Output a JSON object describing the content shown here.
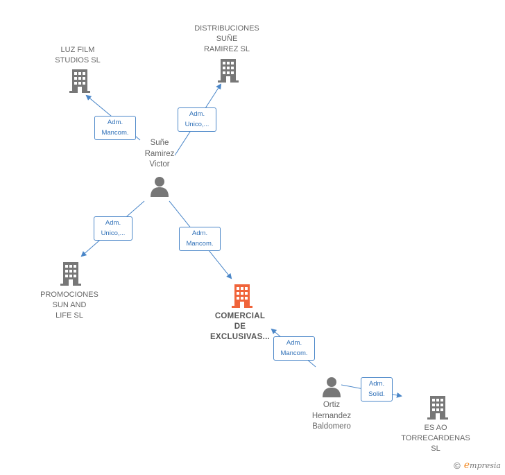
{
  "colors": {
    "edge": "#4a86c8",
    "company_icon": "#777777",
    "focus_icon": "#f0643a",
    "person_icon": "#777777"
  },
  "nodes": {
    "luz_film": {
      "label": [
        "LUZ FILM",
        "STUDIOS  SL"
      ],
      "icon": "building-icon"
    },
    "distribuciones": {
      "label": [
        "DISTRIBUCIONES",
        "SUÑE",
        "RAMIREZ  SL"
      ],
      "icon": "building-icon"
    },
    "sune": {
      "label": [
        "Suñe",
        "Ramirez",
        "Victor"
      ],
      "icon": "person-icon"
    },
    "promociones": {
      "label": [
        "PROMOCIONES",
        "SUN AND",
        "LIFE  SL"
      ],
      "icon": "building-icon"
    },
    "comercial": {
      "label": [
        "COMERCIAL",
        "DE",
        "EXCLUSIVAS..."
      ],
      "icon": "building-icon-highlighted"
    },
    "ortiz": {
      "label": [
        "Ortiz",
        "Hernandez",
        "Baldomero"
      ],
      "icon": "person-icon"
    },
    "es_ao": {
      "label": [
        "ES AO",
        "TORRECARDENAS",
        "SL"
      ],
      "icon": "building-icon"
    }
  },
  "edges": {
    "sune_luz": [
      "Adm.",
      "Mancom."
    ],
    "sune_dist": [
      "Adm.",
      "Unico,..."
    ],
    "sune_promo": [
      "Adm.",
      "Unico,..."
    ],
    "sune_comercial": [
      "Adm.",
      "Mancom."
    ],
    "ortiz_comercial": [
      "Adm.",
      "Mancom."
    ],
    "ortiz_esao": [
      "Adm.",
      "Solid."
    ]
  },
  "footer": {
    "copyright_symbol": "©",
    "brand_initial": "e",
    "brand_rest": "mpresia"
  }
}
